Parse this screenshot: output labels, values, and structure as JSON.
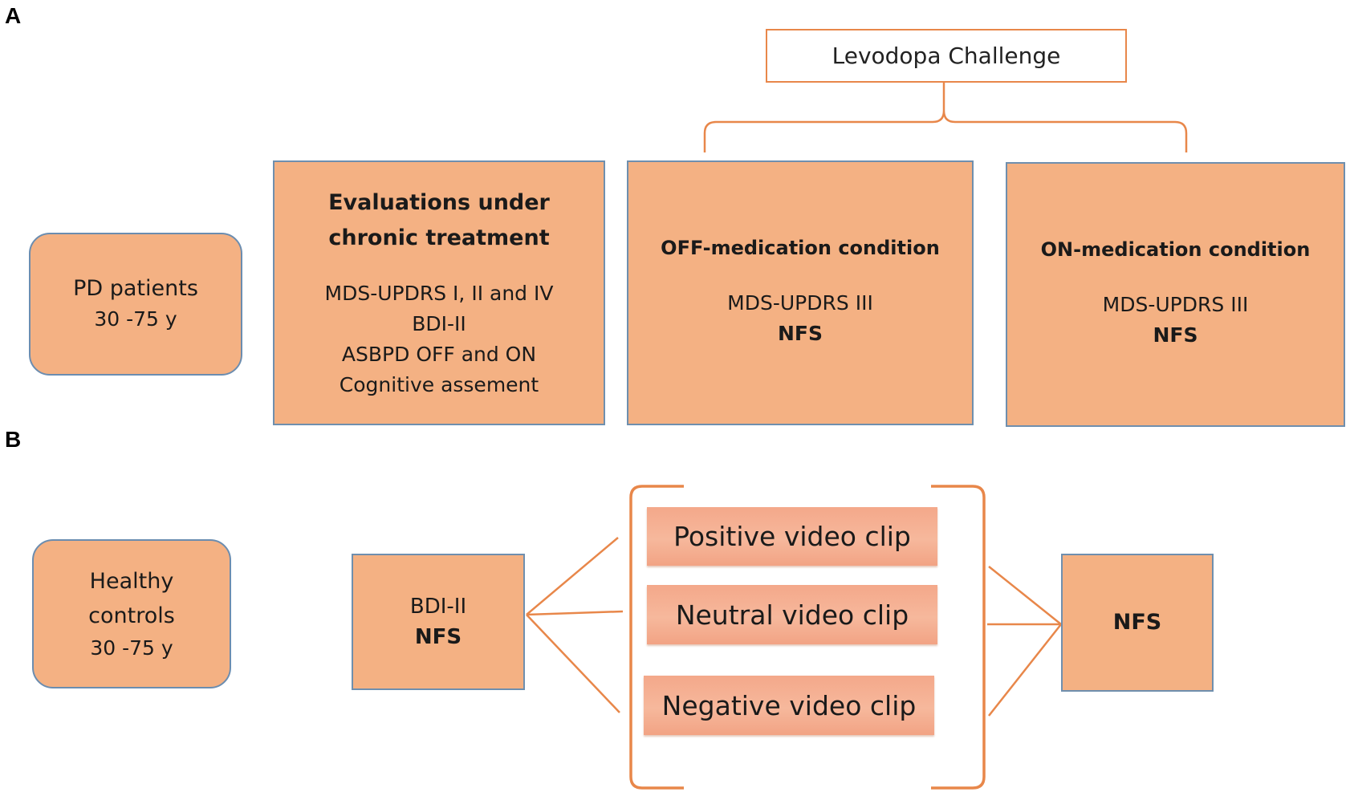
{
  "panel_a_label": "A",
  "panel_b_label": "B",
  "levodopa": "Levodopa Challenge",
  "pd_patients": {
    "line1": "PD patients",
    "line2": "30 -75 y"
  },
  "chronic": {
    "title1": "Evaluations under",
    "title2": "chronic treatment",
    "items": [
      "MDS-UPDRS I, II and IV",
      "BDI-II",
      "ASBPD OFF and ON",
      "Cognitive assement"
    ]
  },
  "off_med": {
    "title": "OFF-medication condition",
    "line1": "MDS-UPDRS III",
    "line2": "NFS"
  },
  "on_med": {
    "title": "ON-medication condition",
    "line1": "MDS-UPDRS III",
    "line2": "NFS"
  },
  "controls": {
    "line1": "Healthy",
    "line2": "controls",
    "line3": "30 -75 y"
  },
  "pre_test": {
    "line1": "BDI-II",
    "line2": "NFS"
  },
  "clips": {
    "positive": "Positive video clip",
    "neutral": "Neutral video clip",
    "negative": "Negative video clip"
  },
  "post_test": {
    "line1": "NFS"
  },
  "colors": {
    "box_fill": "#f4b183",
    "box_border": "#6f8fae",
    "connector": "#e8874a"
  }
}
